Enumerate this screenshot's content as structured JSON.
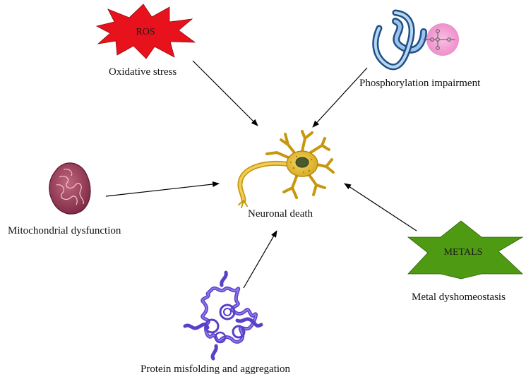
{
  "diagram": {
    "center": {
      "label": "Neuronal death",
      "icon": "neuron-icon"
    },
    "causes": [
      {
        "id": "ros",
        "badge": "ROS",
        "label": "Oxidative stress",
        "icon": "starburst-icon",
        "color": "#e8121c"
      },
      {
        "id": "phospho",
        "badge": "",
        "label": "Phosphorylation impairment",
        "icon": "phosphorylated-protein-icon",
        "color": "#5b8fc7"
      },
      {
        "id": "mito",
        "badge": "",
        "label": "Mitochondrial dysfunction",
        "icon": "mitochondrion-icon",
        "color": "#8e3350"
      },
      {
        "id": "metals",
        "badge": "METALS",
        "label": "Metal dyshomeostasis",
        "icon": "star-badge-icon",
        "color": "#4e9a12"
      },
      {
        "id": "protein",
        "badge": "",
        "label": "Protein misfolding and aggregation",
        "icon": "protein-aggregate-icon",
        "color": "#5a3fc8"
      }
    ]
  }
}
